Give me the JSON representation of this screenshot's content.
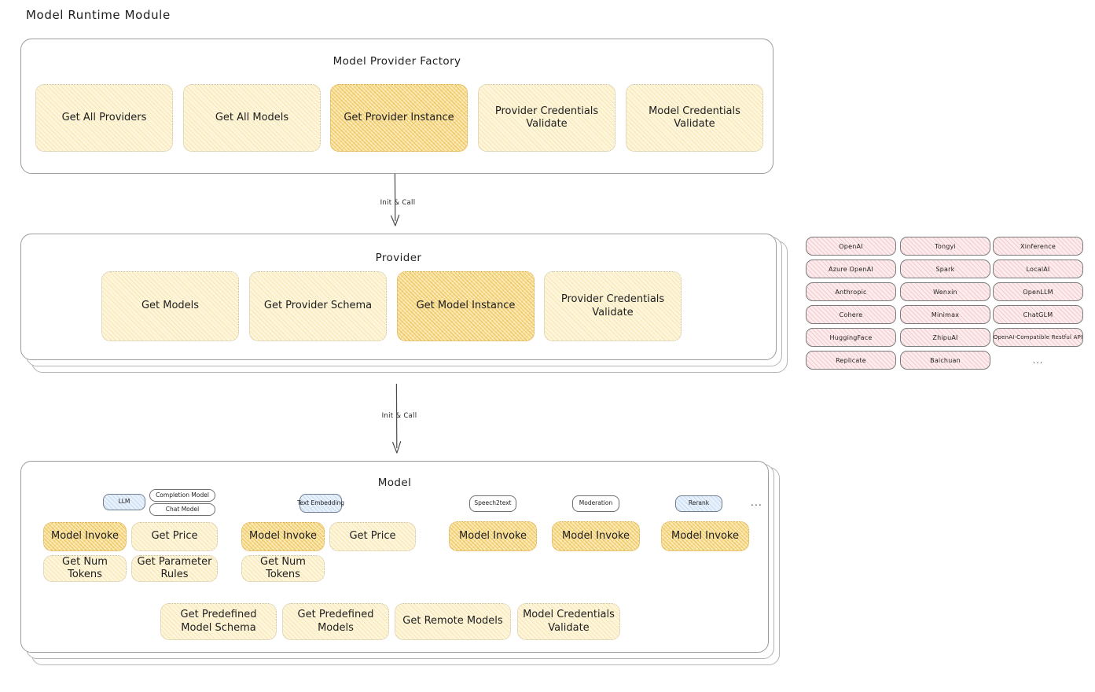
{
  "page": {
    "title": "Model Runtime Module"
  },
  "factory": {
    "title": "Model Provider Factory",
    "methods": [
      {
        "label": "Get All Providers",
        "highlighted": false
      },
      {
        "label": "Get All Models",
        "highlighted": false
      },
      {
        "label": "Get Provider Instance",
        "highlighted": true
      },
      {
        "label": "Provider Credentials Validate",
        "highlighted": false
      },
      {
        "label": "Model Credentials Validate",
        "highlighted": false
      }
    ]
  },
  "arrows": [
    {
      "label": "Init & Call"
    },
    {
      "label": "Init & Call"
    }
  ],
  "provider": {
    "title": "Provider",
    "methods": [
      {
        "label": "Get Models",
        "highlighted": false
      },
      {
        "label": "Get Provider Schema",
        "highlighted": false
      },
      {
        "label": "Get Model Instance",
        "highlighted": true
      },
      {
        "label": "Provider Credentials Validate",
        "highlighted": false
      }
    ]
  },
  "provider_list": {
    "columns": [
      {
        "items": [
          "OpenAI",
          "Azure OpenAI",
          "Anthropic",
          "Cohere",
          "HuggingFace",
          "Replicate"
        ],
        "ellipsis": false
      },
      {
        "items": [
          "Tongyi",
          "Spark",
          "Wenxin",
          "Minimax",
          "ZhipuAI",
          "Baichuan"
        ],
        "ellipsis": false
      },
      {
        "items": [
          "Xinference",
          "LocalAI",
          "OpenLLM",
          "ChatGLM",
          "OpenAI-Compatible Restful API"
        ],
        "ellipsis": true
      }
    ],
    "ellipsis_label": "..."
  },
  "model": {
    "title": "Model",
    "overflow_label": "...",
    "types": [
      {
        "name": "LLM",
        "subtypes": [
          "Completion Model",
          "Chat Model"
        ],
        "methods": [
          {
            "label": "Model Invoke",
            "highlighted": true
          },
          {
            "label": "Get Price",
            "highlighted": false
          },
          {
            "label": "Get Num Tokens",
            "highlighted": false
          },
          {
            "label": "Get Parameter Rules",
            "highlighted": false
          }
        ]
      },
      {
        "name": "Text Embedding",
        "subtypes": [],
        "methods": [
          {
            "label": "Model Invoke",
            "highlighted": true
          },
          {
            "label": "Get Price",
            "highlighted": false
          },
          {
            "label": "Get Num Tokens",
            "highlighted": false
          }
        ]
      },
      {
        "name": "Speech2text",
        "subtypes": [],
        "methods": [
          {
            "label": "Model Invoke",
            "highlighted": true
          }
        ]
      },
      {
        "name": "Moderation",
        "subtypes": [],
        "methods": [
          {
            "label": "Model Invoke",
            "highlighted": true
          }
        ]
      },
      {
        "name": "Rerank",
        "subtypes": [],
        "methods": [
          {
            "label": "Model Invoke",
            "highlighted": true
          }
        ]
      }
    ],
    "common_methods": [
      "Get Predefined Model Schema",
      "Get Predefined Models",
      "Get Remote Models",
      "Model Credentials Validate"
    ]
  },
  "colors": {
    "card_border": "#9c9c9c",
    "method_fill": "#fdf6dd",
    "method_fill_highlight": "#fbe9b6",
    "provider_chip_fill": "#fdeced",
    "model_tag_fill": "#e8f1fb",
    "text": "#1e1e1e"
  }
}
